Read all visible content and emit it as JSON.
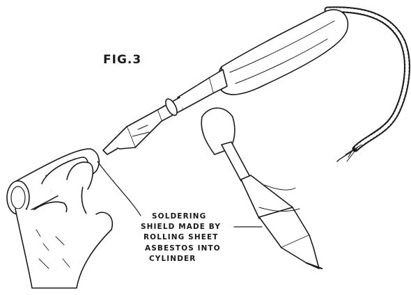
{
  "figure": {
    "title": "FIG.3"
  },
  "callout": {
    "lines": [
      "SOLDERING",
      "SHIELD MADE BY",
      "ROLLING SHEET",
      "ASBESTOS INTO",
      "CYLINDER"
    ]
  },
  "colors": {
    "ink": "#1a1a1a",
    "paper": "#ffffff"
  }
}
